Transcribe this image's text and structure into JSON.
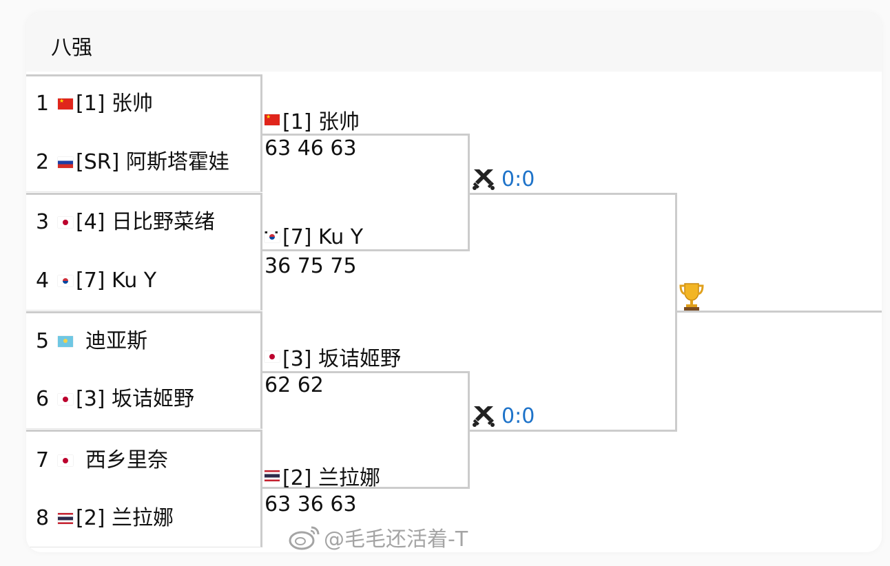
{
  "header": {
    "title": "八强"
  },
  "round1": [
    {
      "num": "1",
      "flag": "cn",
      "seed": "[1] ",
      "name": "张帅"
    },
    {
      "num": "2",
      "flag": "ru",
      "seed": "[SR] ",
      "name": "阿斯塔霍娃"
    },
    {
      "num": "3",
      "flag": "jp",
      "seed": "[4] ",
      "name": "日比野菜绪"
    },
    {
      "num": "4",
      "flag": "kr",
      "seed": "[7] ",
      "name": "Ku Y"
    },
    {
      "num": "5",
      "flag": "kz",
      "seed": "",
      "name": "迪亚斯"
    },
    {
      "num": "6",
      "flag": "jp",
      "seed": "[3] ",
      "name": "坂诘姬野"
    },
    {
      "num": "7",
      "flag": "jp",
      "seed": "",
      "name": "西乡里奈"
    },
    {
      "num": "8",
      "flag": "th",
      "seed": "[2] ",
      "name": "兰拉娜"
    }
  ],
  "quarterfinal_winners": [
    {
      "flag": "cn",
      "label": "[1] 张帅",
      "score": "63 46 63"
    },
    {
      "flag": "kr",
      "label": "[7] Ku Y",
      "score": "36 75 75"
    },
    {
      "flag": "jp",
      "label": "[3] 坂诘姬野",
      "score": "62 62"
    },
    {
      "flag": "th",
      "label": "[2] 兰拉娜",
      "score": "63 36 63"
    }
  ],
  "semifinals": [
    {
      "head_to_head": "0:0"
    },
    {
      "head_to_head": "0:0"
    }
  ],
  "final": {
    "icon": "trophy-icon"
  },
  "watermark": {
    "text": "@毛毛还活着-T",
    "icon": "weibo-icon"
  },
  "colors": {
    "head_to_head": "#1e73c9",
    "bracket_line": "#cccccc",
    "header_bg": "#f7f7f7"
  }
}
